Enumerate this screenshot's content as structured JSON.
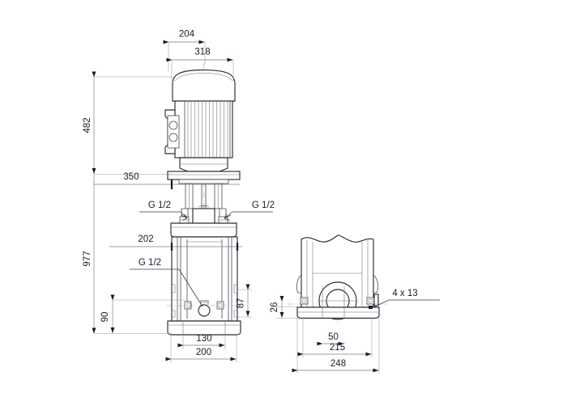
{
  "drawing": {
    "title": "Vertical multistage pump dimensional drawing",
    "units": "mm",
    "background_color": "#ffffff",
    "line_color": "#4a4a52",
    "text_color": "#1a1a2e"
  },
  "views": {
    "front": {
      "name": "front-elevation-view"
    },
    "side": {
      "name": "side-base-view"
    }
  },
  "dimensions": {
    "motor_width_top": "204",
    "motor_width_body": "318",
    "motor_height": "482",
    "pump_head_offset": "350",
    "total_height": "977",
    "chamber_width": "202",
    "port_height": "87",
    "port_centerline_height": "90",
    "base_bolt_spacing": "130",
    "base_width": "200",
    "base_plate_thickness": "26",
    "side_bolt_inner": "50",
    "side_bolt_spacing": "215",
    "side_base_width": "248"
  },
  "callouts": {
    "port_left": "G 1/2",
    "port_right": "G 1/2",
    "drain": "G 1/2",
    "bolt_holes": "4  x   13"
  }
}
